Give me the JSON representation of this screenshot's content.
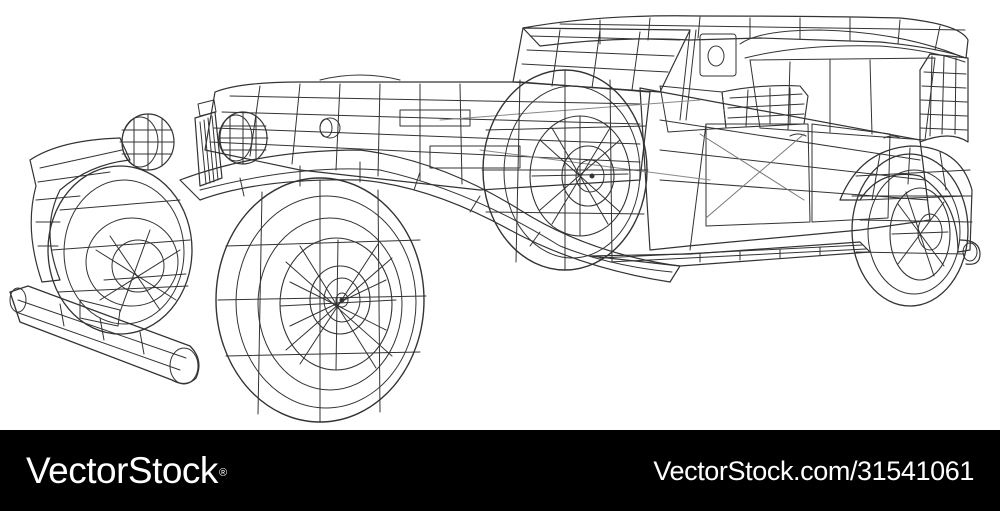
{
  "footer": {
    "brand_name": "VectorStock",
    "brand_mark": "®",
    "image_id": "VectorStock.com/31541061",
    "background": "#000000",
    "text_color": "#ffffff"
  },
  "illustration": {
    "subject": "vintage-car-wireframe",
    "line_color": "#333333",
    "background": "#ffffff"
  }
}
